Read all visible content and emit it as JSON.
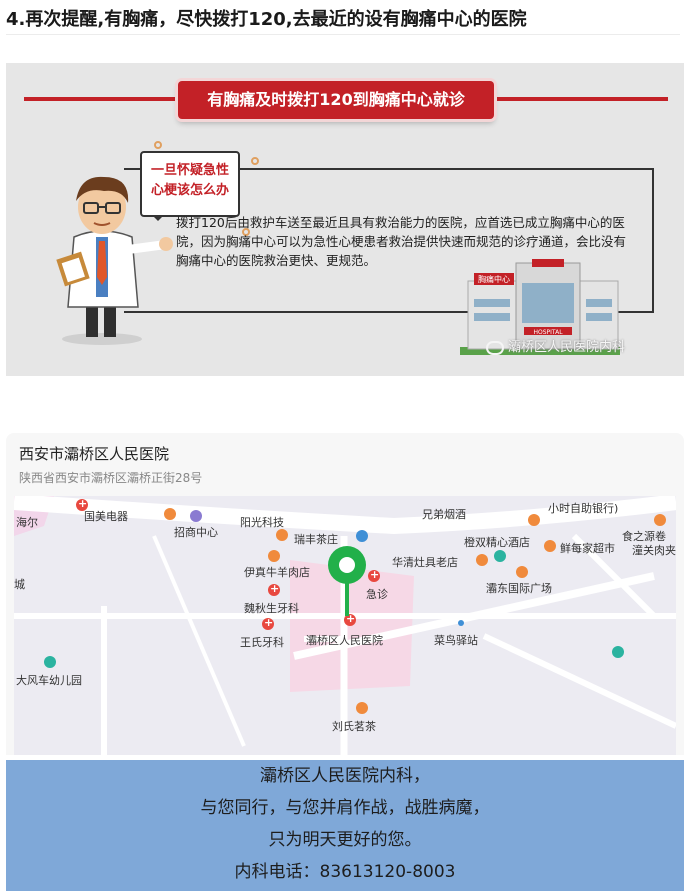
{
  "heading": "4.再次提醒,有胸痛，尽快拨打120,去最近的设有胸痛中心的医院",
  "infographic": {
    "banner": "有胸痛及时拨打120到胸痛中心就诊",
    "bubble_line1": "一旦怀疑急性",
    "bubble_line2": "心梗该怎么办",
    "description": "拨打120后由救护车送至最近且具有救治能力的医院，应首选已成立胸痛中心的医院，因为胸痛中心可以为急性心梗患者救治提供快速而规范的诊疗通道，会比没有胸痛中心的医院救治更快、更规范。",
    "building_sign": "胸痛中心",
    "building_bottom": "HOSPITAL",
    "watermark": "灞桥区人民医院内科"
  },
  "map": {
    "title": "西安市灞桥区人民医院",
    "address": "陕西省西安市灞桥区灞桥正街28号",
    "pois": [
      {
        "name": "海尔"
      },
      {
        "name": "国美电器"
      },
      {
        "name": "招商中心"
      },
      {
        "name": "阳光科技"
      },
      {
        "name": "瑞丰茶庄"
      },
      {
        "name": "兄弟烟酒"
      },
      {
        "name": "小时自助银行)"
      },
      {
        "name": "食之源卷"
      },
      {
        "name": "潼关肉夹"
      },
      {
        "name": "鲜每家超市"
      },
      {
        "name": "橙双精心酒店"
      },
      {
        "name": "华清灶具老店"
      },
      {
        "name": "伊真牛羊肉店"
      },
      {
        "name": "急诊"
      },
      {
        "name": "灞东国际广场"
      },
      {
        "name": "城"
      },
      {
        "name": "魏秋生牙科"
      },
      {
        "name": "王氏牙科"
      },
      {
        "name": "灞桥区人民医院"
      },
      {
        "name": "菜鸟驿站"
      },
      {
        "name": "大风车幼儿园"
      },
      {
        "name": "刘氏茗茶"
      }
    ]
  },
  "footer": {
    "line1": "灞桥区人民医院内科，",
    "line2": "与您同行，与您并肩作战，战胜病魔，",
    "line3": "只为明天更好的您。",
    "line4": "内科电话：83613120-8003"
  },
  "colors": {
    "accent_red": "#c32127",
    "footer_blue": "#7fa8d8",
    "map_pin_green": "#22b04a"
  }
}
